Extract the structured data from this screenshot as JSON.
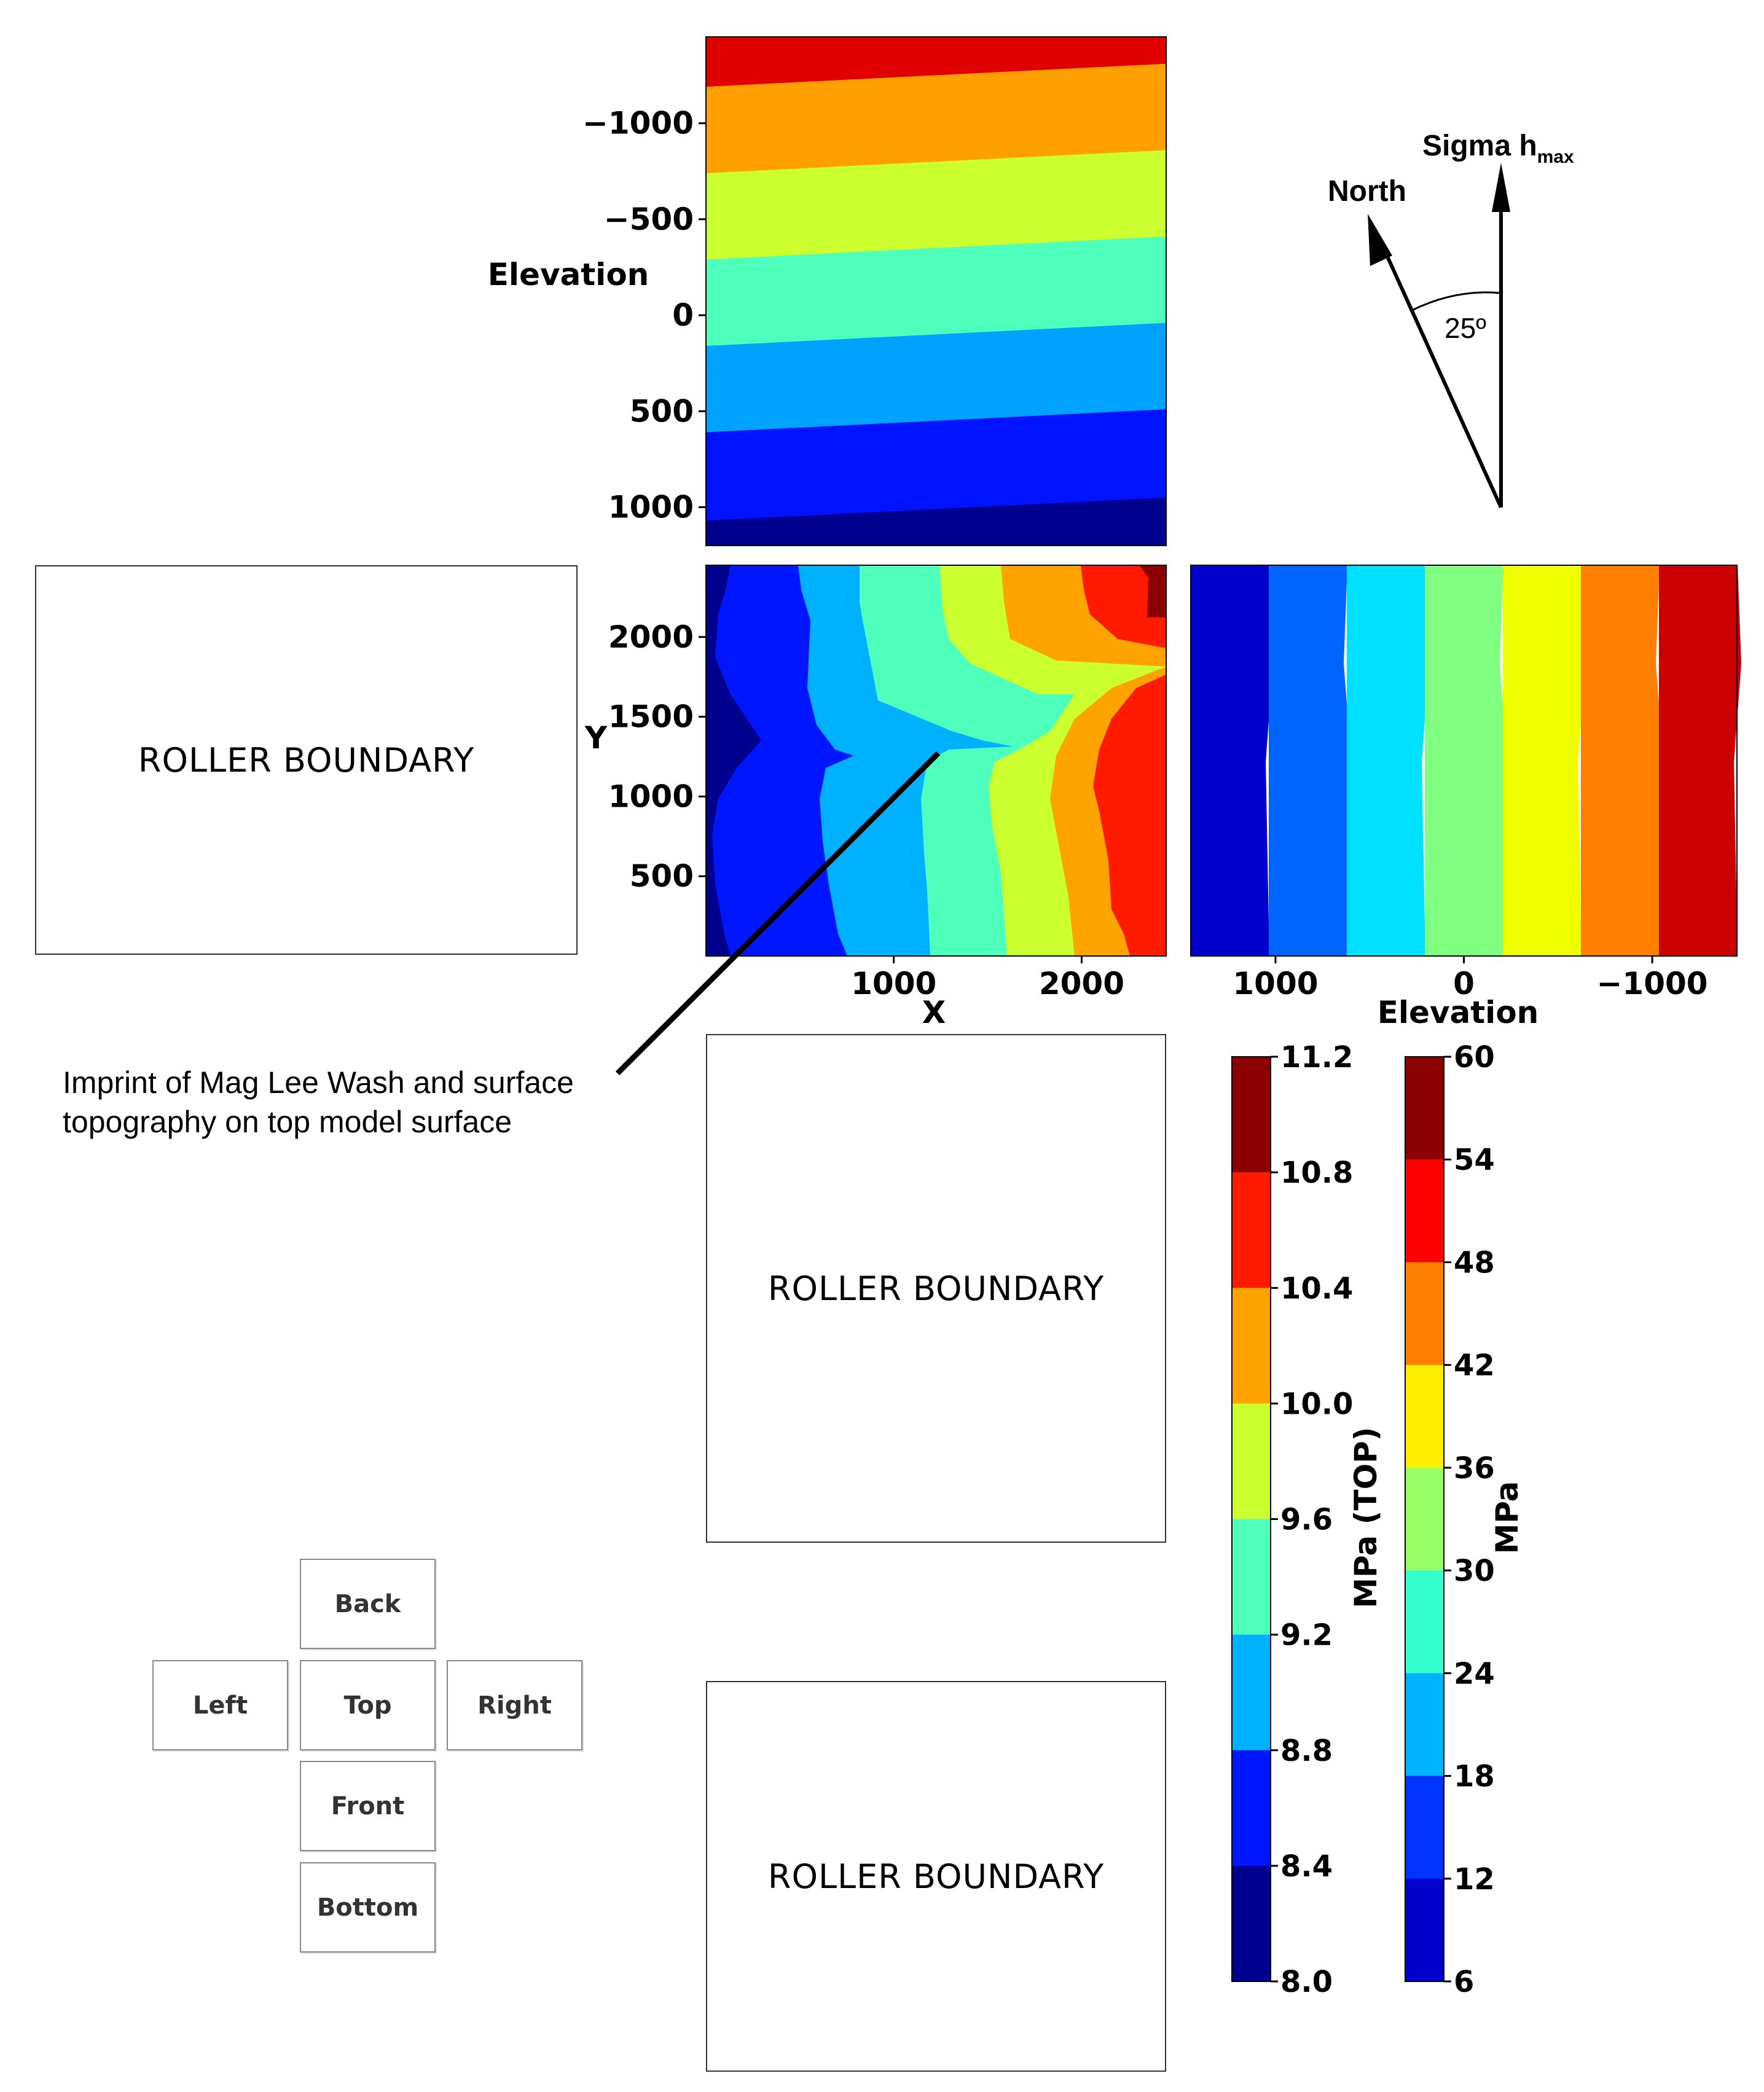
{
  "chart_data": [
    {
      "type": "heatmap",
      "panel": "top-elevation",
      "ylabel": "Elevation",
      "xlabel": "",
      "ylim": [
        1200,
        -1450
      ],
      "yticks": [
        "−1000",
        "−500",
        "0",
        "500",
        "1000"
      ],
      "ytick_values": [
        -1000,
        -500,
        0,
        500,
        1000
      ],
      "bands_top_to_bottom": [
        "#e00000",
        "#ffa000",
        "#ccff30",
        "#4dffbb",
        "#00a2ff",
        "#0013ff",
        "#00008f"
      ]
    },
    {
      "type": "heatmap",
      "panel": "top-view",
      "xlabel": "X",
      "ylabel": "Y",
      "xlim": [
        0,
        2450
      ],
      "ylim": [
        0,
        2450
      ],
      "xticks": [
        "1000",
        "2000"
      ],
      "xtick_values": [
        1000,
        2000
      ],
      "yticks": [
        "2000",
        "1500",
        "1000",
        "500"
      ],
      "ytick_values": [
        2000,
        1500,
        1000,
        500
      ],
      "colorbar": "MPa (TOP)"
    },
    {
      "type": "heatmap",
      "panel": "side-elevation",
      "xlabel": "Elevation",
      "xlim": [
        1450,
        -1450
      ],
      "xticks": [
        "1000",
        "0",
        "−1000"
      ],
      "xtick_values": [
        1000,
        0,
        -1000
      ],
      "bands_left_to_right": [
        "#0000cc",
        "#0064ff",
        "#00e1ff",
        "#80ff80",
        "#f0ff00",
        "#ff8000",
        "#cc0000"
      ]
    },
    {
      "type": "colorbar",
      "label": "MPa (TOP)",
      "ticks": [
        "11.2",
        "10.8",
        "10.4",
        "10.0",
        "9.6",
        "9.2",
        "8.8",
        "8.4",
        "8.0"
      ],
      "colors_top_to_bottom": [
        "#8b0000",
        "#ff1a00",
        "#ffa300",
        "#ccff30",
        "#4dffbb",
        "#00b1ff",
        "#0016ff",
        "#00008f"
      ]
    },
    {
      "type": "colorbar",
      "label": "MPa",
      "ticks": [
        "60",
        "54",
        "48",
        "42",
        "36",
        "30",
        "24",
        "18",
        "12",
        "6"
      ],
      "colors_top_to_bottom": [
        "#8b0000",
        "#ff0000",
        "#ff8000",
        "#ffee00",
        "#98ff66",
        "#33ffcc",
        "#00b3ff",
        "#0033ff",
        "#0000cc"
      ]
    }
  ],
  "compass": {
    "north_label": "North",
    "sigma_label": "Sigma h",
    "sigma_sub": "max",
    "angle_label": "25º"
  },
  "annotation": {
    "line1": "Imprint of Mag Lee Wash and surface",
    "line2": "topography on top model surface"
  },
  "roller_boundaries": [
    "ROLLER BOUNDARY",
    "ROLLER BOUNDARY",
    "ROLLER BOUNDARY"
  ],
  "view_nav": {
    "back": "Back",
    "left": "Left",
    "top": "Top",
    "right": "Right",
    "front": "Front",
    "bottom": "Bottom"
  }
}
